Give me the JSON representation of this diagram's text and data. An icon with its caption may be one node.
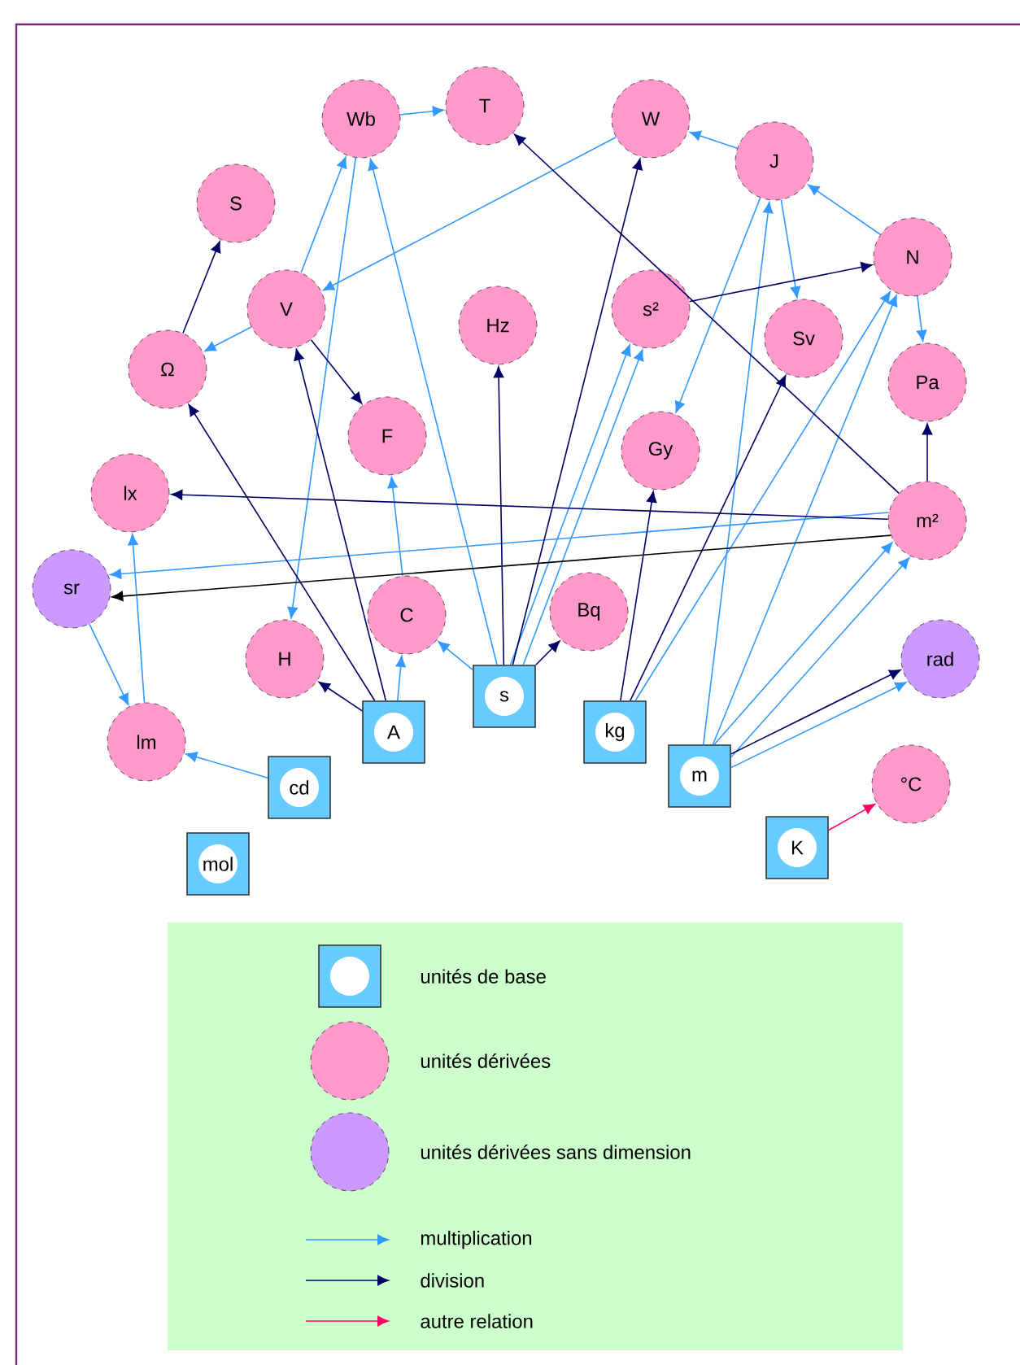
{
  "diagram": {
    "nodes": [
      {
        "text": [
          "Wb"
        ]
      },
      {
        "text": [
          "T"
        ]
      },
      {
        "text": [
          "W"
        ]
      },
      {
        "text": [
          "J"
        ]
      },
      {
        "text": [
          "S"
        ]
      },
      {
        "text": [
          "N"
        ]
      },
      {
        "text": [
          "V"
        ]
      },
      {
        "text": [
          "s²"
        ]
      },
      {
        "text": [
          "Sv"
        ]
      },
      {
        "text": [
          "Ω"
        ]
      },
      {
        "text": [
          "Hz"
        ]
      },
      {
        "text": [
          "Pa"
        ]
      },
      {
        "text": [
          "F"
        ]
      },
      {
        "text": [
          "Gy"
        ]
      },
      {
        "text": [
          "lx"
        ]
      },
      {
        "text": [
          "m²"
        ]
      },
      {
        "text": [
          "sr"
        ]
      },
      {
        "text": [
          "C"
        ]
      },
      {
        "text": [
          "Bq"
        ]
      },
      {
        "text": [
          "H"
        ]
      },
      {
        "text": [
          "lm"
        ]
      },
      {
        "text": [
          "rad"
        ]
      },
      {
        "text": [
          "°C"
        ]
      },
      {
        "text": [
          "A"
        ]
      },
      {
        "text": [
          "s"
        ]
      },
      {
        "text": [
          "kg"
        ]
      },
      {
        "text": [
          "cd"
        ]
      },
      {
        "text": [
          "m"
        ]
      },
      {
        "text": [
          "mol"
        ]
      },
      {
        "text": [
          "K"
        ]
      }
    ],
    "edges": [
      {
        "from": 0,
        "to": 1,
        "arrow": "to"
      },
      {
        "from": 6,
        "to": 0,
        "arrow": "to"
      },
      {
        "from": 2,
        "to": 6,
        "arrow": "to"
      },
      {
        "from": 6,
        "to": 9,
        "arrow": "to"
      },
      {
        "from": 3,
        "to": 2,
        "arrow": "to"
      },
      {
        "from": 5,
        "to": 3,
        "arrow": "to"
      },
      {
        "from": 3,
        "to": 8,
        "arrow": "to"
      },
      {
        "from": 3,
        "to": 13,
        "arrow": "to"
      },
      {
        "from": 5,
        "to": 11,
        "arrow": "to"
      },
      {
        "from": 24,
        "to": 0,
        "arrow": "to"
      },
      {
        "from": 0,
        "to": 19,
        "arrow": "to"
      },
      {
        "from": 17,
        "to": 12,
        "arrow": "to"
      },
      {
        "from": 23,
        "to": 17,
        "arrow": "to"
      },
      {
        "from": 24,
        "to": 17,
        "arrow": "to"
      },
      {
        "from": 24,
        "to": 7,
        "arrow": "to"
      },
      {
        "from": 24,
        "to": 7,
        "arrow": "to"
      },
      {
        "from": 25,
        "to": 5,
        "arrow": "to"
      },
      {
        "from": 27,
        "to": 3,
        "arrow": "to"
      },
      {
        "from": 27,
        "to": 5,
        "arrow": "to"
      },
      {
        "from": 27,
        "to": 15,
        "arrow": "to"
      },
      {
        "from": 27,
        "to": 15,
        "arrow": "to"
      },
      {
        "from": 27,
        "to": 21,
        "arrow": "to"
      },
      {
        "from": 15,
        "to": 16,
        "arrow": "to"
      },
      {
        "from": 20,
        "to": 14,
        "arrow": "to"
      },
      {
        "from": 16,
        "to": 20,
        "arrow": "to"
      },
      {
        "from": 26,
        "to": 20,
        "arrow": "to"
      },
      {
        "from": 24,
        "to": 2,
        "arrow": "to",
        "color": "#000066"
      },
      {
        "from": 24,
        "to": 10,
        "arrow": "to",
        "color": "#000066"
      },
      {
        "from": 24,
        "to": 18,
        "arrow": "to",
        "color": "#000066"
      },
      {
        "from": 23,
        "to": 6,
        "arrow": "to",
        "color": "#000066"
      },
      {
        "from": 23,
        "to": 9,
        "arrow": "to",
        "color": "#000066"
      },
      {
        "from": 23,
        "to": 19,
        "arrow": "to",
        "color": "#000066"
      },
      {
        "from": 6,
        "to": 12,
        "arrow": "to",
        "color": "#000066"
      },
      {
        "from": 9,
        "to": 4,
        "arrow": "to",
        "color": "#000066"
      },
      {
        "from": 7,
        "to": 5,
        "arrow": "to",
        "color": "#000066"
      },
      {
        "from": 25,
        "to": 13,
        "arrow": "to",
        "color": "#000066"
      },
      {
        "from": 25,
        "to": 8,
        "arrow": "to",
        "color": "#000066"
      },
      {
        "from": 15,
        "to": 1,
        "arrow": "to",
        "color": "#000066"
      },
      {
        "from": 15,
        "to": 14,
        "arrow": "to",
        "color": "#000066"
      },
      {
        "from": 15,
        "to": 11,
        "arrow": "to",
        "color": "#000066"
      },
      {
        "from": 27,
        "to": 21,
        "arrow": "to",
        "color": "#000066"
      },
      {
        "from": 15,
        "to": 16,
        "arrow": "to",
        "color": "#000000"
      },
      {
        "from": 29,
        "to": 22,
        "arrow": "to",
        "color": "#ff0066"
      }
    ],
    "legend": [
      {
        "text": "unités de base"
      },
      {
        "text": "unités dérivées"
      },
      {
        "text": "unités dérivées sans dimension"
      },
      {
        "text": "multiplication"
      },
      {
        "text": "division"
      },
      {
        "text": "autre relation"
      }
    ]
  }
}
